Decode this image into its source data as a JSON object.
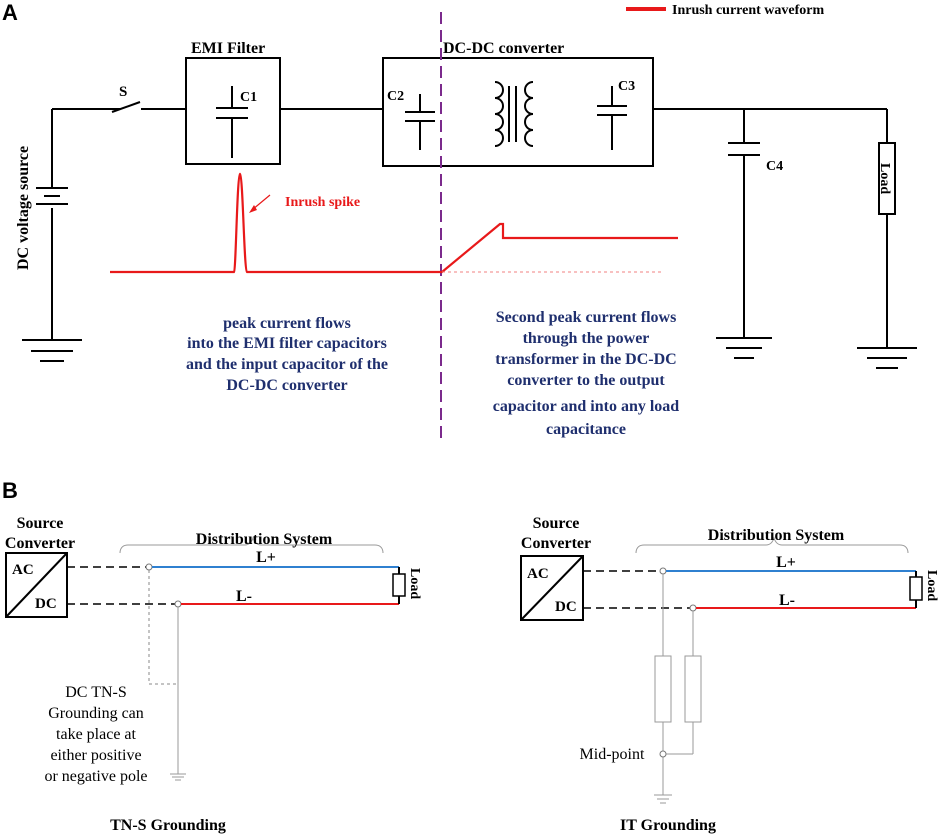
{
  "panels": {
    "a": "A",
    "b": "B"
  },
  "legend": {
    "label": "Inrush current waveform",
    "color": "#e8191a"
  },
  "panel_a": {
    "source_label": "DC voltage source",
    "switch_label": "S",
    "emi_filter_title": "EMI Filter",
    "dcdc_title": "DC-DC converter",
    "c1": "C1",
    "c2": "C2",
    "c3": "C3",
    "c4": "C4",
    "load_label": "Load",
    "spike_label": "Inrush spike",
    "left_desc": [
      "peak current flows",
      "into the EMI filter capacitors",
      "and the input capacitor of the",
      "DC-DC converter"
    ],
    "right_desc": [
      "Second peak current flows",
      "through the power",
      "transformer in the DC-DC",
      "converter to the output",
      "capacitor and into any load",
      "capacitance"
    ],
    "divider_color": "#7b2a8c",
    "desc_color": "#1f2f6e"
  },
  "panel_b": {
    "left": {
      "source_title_1": "Source",
      "source_title_2": "Converter",
      "ac": "AC",
      "dc": "DC",
      "system_label": "Distribution System",
      "l_plus": "L+",
      "l_minus": "L-",
      "load_label": "Load",
      "note": [
        "DC TN-S",
        "Grounding can",
        "take place at",
        "either positive",
        "or negative pole"
      ],
      "caption": "TN-S Grounding"
    },
    "right": {
      "source_title_1": "Source",
      "source_title_2": "Converter",
      "ac": "AC",
      "dc": "DC",
      "system_label": "Distribution System",
      "l_plus": "L+",
      "l_minus": "L-",
      "load_label": "Load",
      "midpoint": "Mid-point",
      "caption": "IT Grounding"
    },
    "colors": {
      "positive": "#2f80d0",
      "negative": "#e8191a"
    }
  }
}
